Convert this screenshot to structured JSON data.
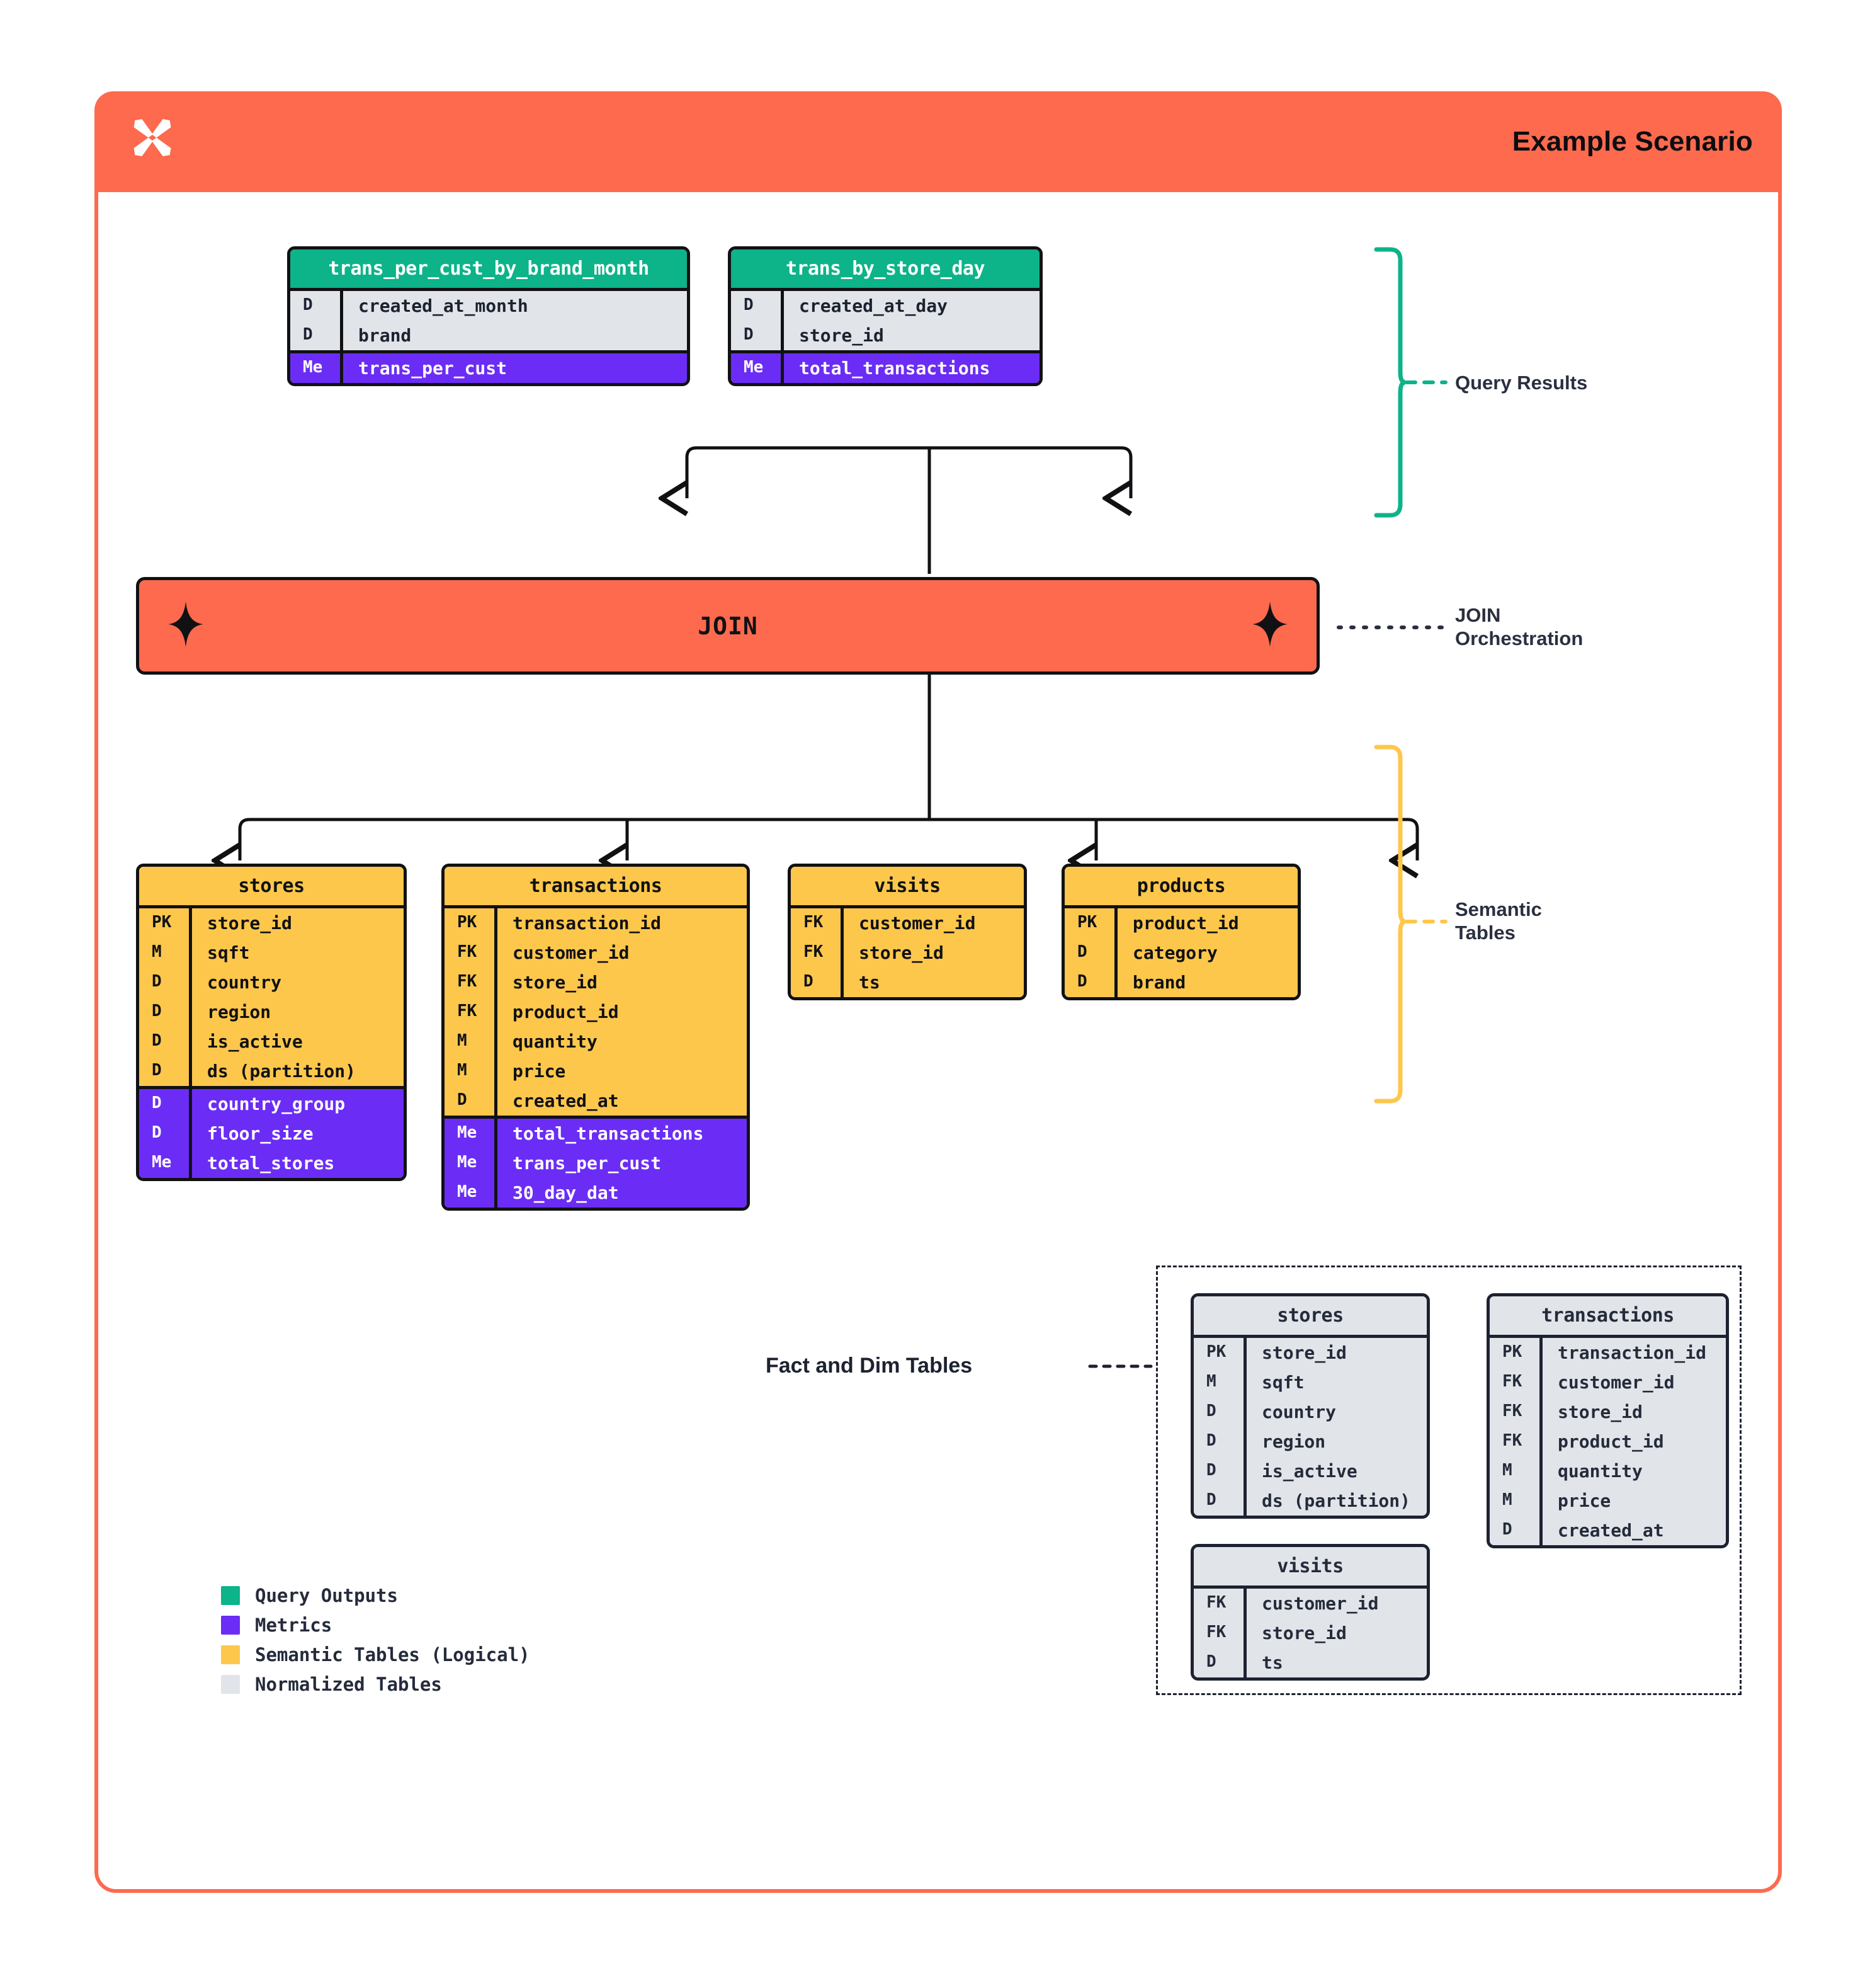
{
  "window": {
    "title": "Example Scenario",
    "logo_icon": "x-sparkle-logo-icon"
  },
  "colors": {
    "accent_coral": "#FD6A4E",
    "query_output_green": "#0DB389",
    "metric_purple": "#6B2DF5",
    "semantic_amber": "#FDC74C",
    "normalized_gray": "#E1E5E9",
    "outline": "#111114",
    "text_dark": "#2b3040"
  },
  "annotations": {
    "query_results": "Query Results",
    "join_orchestration_line1": "JOIN",
    "join_orchestration_line2": "Orchestration",
    "semantic_tables_line1": "Semantic",
    "semantic_tables_line2": "Tables",
    "fact_and_dim": "Fact and Dim Tables"
  },
  "join": {
    "label": "JOIN",
    "left_icon": "sparkle-icon",
    "right_icon": "sparkle-icon"
  },
  "query_results": [
    {
      "name": "trans_per_cust_by_brand_month",
      "dims": [
        {
          "kind": "D",
          "field": "created_at_month"
        },
        {
          "kind": "D",
          "field": "brand"
        }
      ],
      "metrics": [
        {
          "kind": "Me",
          "field": "trans_per_cust"
        }
      ]
    },
    {
      "name": "trans_by_store_day",
      "dims": [
        {
          "kind": "D",
          "field": "created_at_day"
        },
        {
          "kind": "D",
          "field": "store_id"
        }
      ],
      "metrics": [
        {
          "kind": "Me",
          "field": "total_transactions"
        }
      ]
    }
  ],
  "semantic_tables": [
    {
      "name": "stores",
      "columns": [
        {
          "kind": "PK",
          "field": "store_id"
        },
        {
          "kind": "M",
          "field": "sqft"
        },
        {
          "kind": "D",
          "field": "country"
        },
        {
          "kind": "D",
          "field": "region"
        },
        {
          "kind": "D",
          "field": "is_active"
        },
        {
          "kind": "D",
          "field": "ds (partition)"
        }
      ],
      "metrics": [
        {
          "kind": "D",
          "field": "country_group"
        },
        {
          "kind": "D",
          "field": "floor_size"
        },
        {
          "kind": "Me",
          "field": "total_stores"
        }
      ]
    },
    {
      "name": "transactions",
      "columns": [
        {
          "kind": "PK",
          "field": "transaction_id"
        },
        {
          "kind": "FK",
          "field": "customer_id"
        },
        {
          "kind": "FK",
          "field": "store_id"
        },
        {
          "kind": "FK",
          "field": "product_id"
        },
        {
          "kind": "M",
          "field": "quantity"
        },
        {
          "kind": "M",
          "field": "price"
        },
        {
          "kind": "D",
          "field": "created_at"
        }
      ],
      "metrics": [
        {
          "kind": "Me",
          "field": "total_transactions"
        },
        {
          "kind": "Me",
          "field": "trans_per_cust"
        },
        {
          "kind": "Me",
          "field": "30_day_dat"
        }
      ]
    },
    {
      "name": "visits",
      "columns": [
        {
          "kind": "FK",
          "field": "customer_id"
        },
        {
          "kind": "FK",
          "field": "store_id"
        },
        {
          "kind": "D",
          "field": "ts"
        }
      ],
      "metrics": []
    },
    {
      "name": "products",
      "columns": [
        {
          "kind": "PK",
          "field": "product_id"
        },
        {
          "kind": "D",
          "field": "category"
        },
        {
          "kind": "D",
          "field": "brand"
        }
      ],
      "metrics": []
    }
  ],
  "normalized_tables": [
    {
      "name": "stores",
      "columns": [
        {
          "kind": "PK",
          "field": "store_id"
        },
        {
          "kind": "M",
          "field": "sqft"
        },
        {
          "kind": "D",
          "field": "country"
        },
        {
          "kind": "D",
          "field": "region"
        },
        {
          "kind": "D",
          "field": "is_active"
        },
        {
          "kind": "D",
          "field": "ds (partition)"
        }
      ]
    },
    {
      "name": "transactions",
      "columns": [
        {
          "kind": "PK",
          "field": "transaction_id"
        },
        {
          "kind": "FK",
          "field": "customer_id"
        },
        {
          "kind": "FK",
          "field": "store_id"
        },
        {
          "kind": "FK",
          "field": "product_id"
        },
        {
          "kind": "M",
          "field": "quantity"
        },
        {
          "kind": "M",
          "field": "price"
        },
        {
          "kind": "D",
          "field": "created_at"
        }
      ]
    },
    {
      "name": "visits",
      "columns": [
        {
          "kind": "FK",
          "field": "customer_id"
        },
        {
          "kind": "FK",
          "field": "store_id"
        },
        {
          "kind": "D",
          "field": "ts"
        }
      ]
    }
  ],
  "legend": [
    {
      "swatch": "#0DB389",
      "label": "Query Outputs"
    },
    {
      "swatch": "#6B2DF5",
      "label": "Metrics"
    },
    {
      "swatch": "#FDC74C",
      "label": "Semantic Tables (Logical)"
    },
    {
      "swatch": "#E1E5E9",
      "label": "Normalized Tables"
    }
  ]
}
